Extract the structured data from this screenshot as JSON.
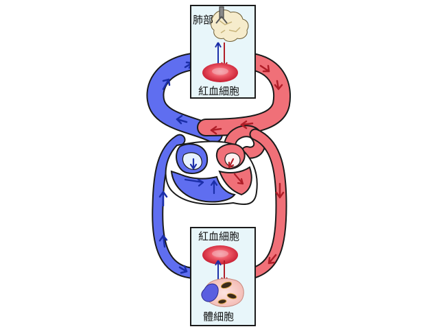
{
  "labels": {
    "lung": "肺部",
    "rbc_top": "紅血細胞",
    "rbc_bottom": "紅血細胞",
    "body_cell": "體細胞"
  },
  "colors": {
    "deoxygenated": "#5f6ef0",
    "oxygenated": "#f07078",
    "arrow_blue": "#1b2ea8",
    "arrow_red": "#b01e28",
    "panel": "#e8f6fa",
    "outline": "#1a1a1a",
    "rbc": "#e23848",
    "lung_tissue": "#f6eccc"
  },
  "icons": [
    "lung-icon",
    "red-blood-cell-icon",
    "body-cell-icon",
    "heart-icon"
  ]
}
